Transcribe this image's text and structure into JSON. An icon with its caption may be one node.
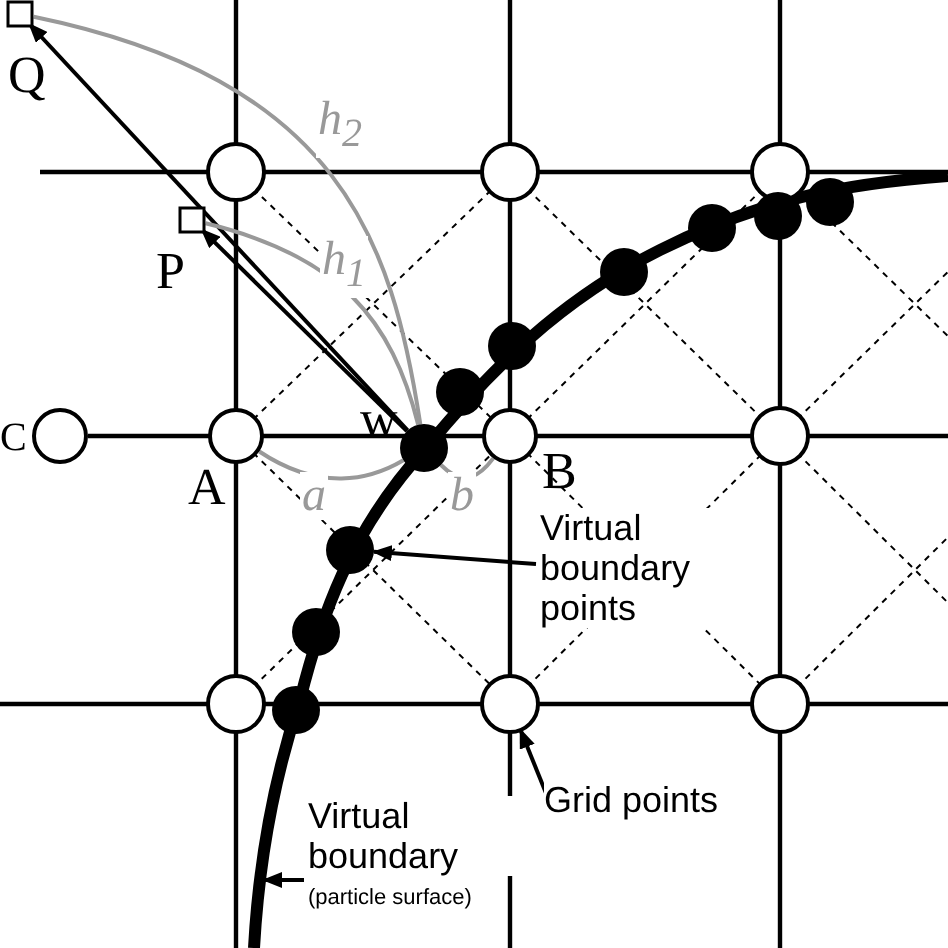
{
  "diagram": {
    "nodes": [
      {
        "text": [
          "Q"
        ]
      },
      {
        "text": [
          "P"
        ]
      },
      {
        "text": [
          "C"
        ]
      },
      {
        "text": [
          "A"
        ]
      },
      {
        "text": [
          "w"
        ]
      },
      {
        "text": [
          "B"
        ]
      },
      {
        "text": [
          "Virtual boundary points"
        ]
      },
      {
        "text": [],
        "shape": "circle"
      },
      {
        "text": [
          "Grid points"
        ]
      },
      {
        "text": [],
        "shape": "circle"
      },
      {
        "text": [
          "Virtual boundary",
          "(particle surface)"
        ]
      }
    ],
    "edges": [
      {
        "from": 4,
        "to": 1,
        "arrow": "to"
      },
      {
        "from": 4,
        "to": 0,
        "arrow": "to"
      },
      {
        "from": 4,
        "to": 1,
        "arrow": "none",
        "label": "h$_{1}$",
        "color": "#999999"
      },
      {
        "from": 4,
        "to": 0,
        "arrow": "none",
        "label": "h$_{2}$",
        "color": "#999999"
      },
      {
        "from": 3,
        "to": 4,
        "arrow": "none",
        "label": "a",
        "color": "#999999"
      },
      {
        "from": 4,
        "to": 5,
        "arrow": "none",
        "label": "b",
        "color": "#999999"
      },
      {
        "from": 6,
        "to": 7,
        "arrow": "to"
      },
      {
        "from": 8,
        "to": 9,
        "arrow": "to"
      },
      {
        "from": 10,
        "to": null,
        "arrow": "to"
      }
    ]
  }
}
